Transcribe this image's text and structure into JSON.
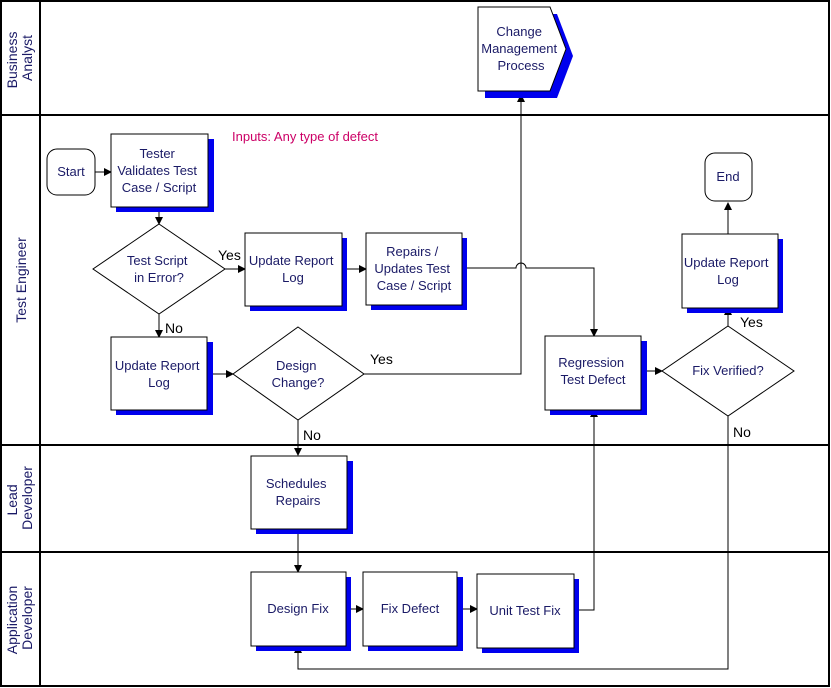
{
  "lanes": [
    {
      "id": "ba",
      "label_lines": [
        "Business",
        "Analyst"
      ]
    },
    {
      "id": "te",
      "label_lines": [
        "Test Engineer"
      ]
    },
    {
      "id": "ld",
      "label_lines": [
        "Lead",
        "Developer"
      ]
    },
    {
      "id": "ad",
      "label_lines": [
        "Application",
        "Developer"
      ]
    }
  ],
  "nodes": {
    "change_mgmt": {
      "lines": [
        "Change",
        "Management",
        "Process"
      ]
    },
    "start": {
      "lines": [
        "Start"
      ]
    },
    "tester_validates": {
      "lines": [
        "Tester",
        "Validates Test",
        "Case / Script"
      ]
    },
    "test_script_error": {
      "lines": [
        "Test Script",
        "in Error?"
      ]
    },
    "update_log_1": {
      "lines": [
        "Update Report",
        "Log"
      ]
    },
    "repairs_updates": {
      "lines": [
        "Repairs /",
        "Updates Test",
        "Case / Script"
      ]
    },
    "update_log_2": {
      "lines": [
        "Update Report",
        "Log"
      ]
    },
    "design_change": {
      "lines": [
        "Design",
        "Change?"
      ]
    },
    "regression_test": {
      "lines": [
        "Regression",
        "Test Defect"
      ]
    },
    "fix_verified": {
      "lines": [
        "Fix Verified?"
      ]
    },
    "update_log_3": {
      "lines": [
        "Update Report",
        "Log"
      ]
    },
    "end": {
      "lines": [
        "End"
      ]
    },
    "schedules_repairs": {
      "lines": [
        "Schedules",
        "Repairs"
      ]
    },
    "design_fix": {
      "lines": [
        "Design Fix"
      ]
    },
    "fix_defect": {
      "lines": [
        "Fix Defect"
      ]
    },
    "unit_test_fix": {
      "lines": [
        "Unit Test Fix"
      ]
    }
  },
  "note": "Inputs: Any type of defect",
  "edge_labels": {
    "yes_error": "Yes",
    "no_error": "No",
    "yes_design": "Yes",
    "no_design": "No",
    "yes_verified": "Yes",
    "no_verified": "No"
  }
}
